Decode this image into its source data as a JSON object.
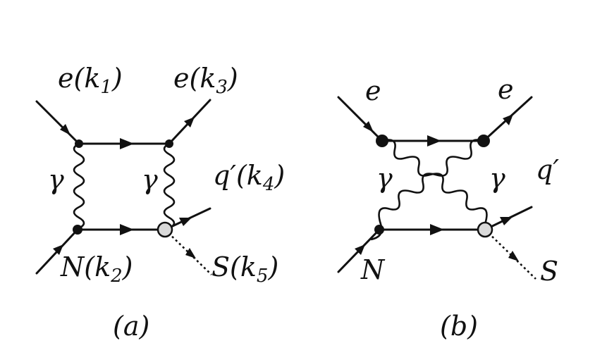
{
  "diagram_a": {
    "caption": "(a)",
    "labels": {
      "in_electron": [
        "e(",
        "k",
        "1",
        ")"
      ],
      "out_electron": [
        "e(",
        "k",
        "3",
        ")"
      ],
      "photon_left": "γ",
      "photon_right": "γ",
      "out_quark": [
        "q′(",
        "k",
        "4",
        ")"
      ],
      "in_nucleon": [
        "N(",
        "k",
        "2",
        ")"
      ],
      "out_scalar": [
        "S(",
        "k",
        "5",
        ")"
      ]
    }
  },
  "diagram_b": {
    "caption": "(b)",
    "labels": {
      "in_electron": "e",
      "out_electron": "e",
      "photon_left": "γ",
      "photon_right": "γ",
      "out_quark": "q′",
      "in_nucleon": "N",
      "out_scalar": "S"
    }
  }
}
